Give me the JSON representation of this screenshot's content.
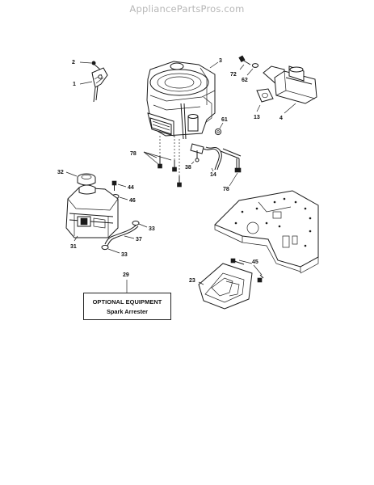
{
  "watermark": "AppliancePartsPros.com",
  "callouts": {
    "c1": "1",
    "c2": "2",
    "c3": "3",
    "c4": "4",
    "c13": "13",
    "c14": "14",
    "c23": "23",
    "c29": "29",
    "c31": "31",
    "c32": "32",
    "c33a": "33",
    "c33b": "33",
    "c37": "37",
    "c38": "38",
    "c44": "44",
    "c45": "45",
    "c46": "46",
    "c61": "61",
    "c62": "62",
    "c72": "72",
    "c78a": "78",
    "c78b": "78"
  },
  "optional_box": {
    "title": "OPTIONAL EQUIPMENT",
    "subtitle": "Spark Arrester"
  }
}
